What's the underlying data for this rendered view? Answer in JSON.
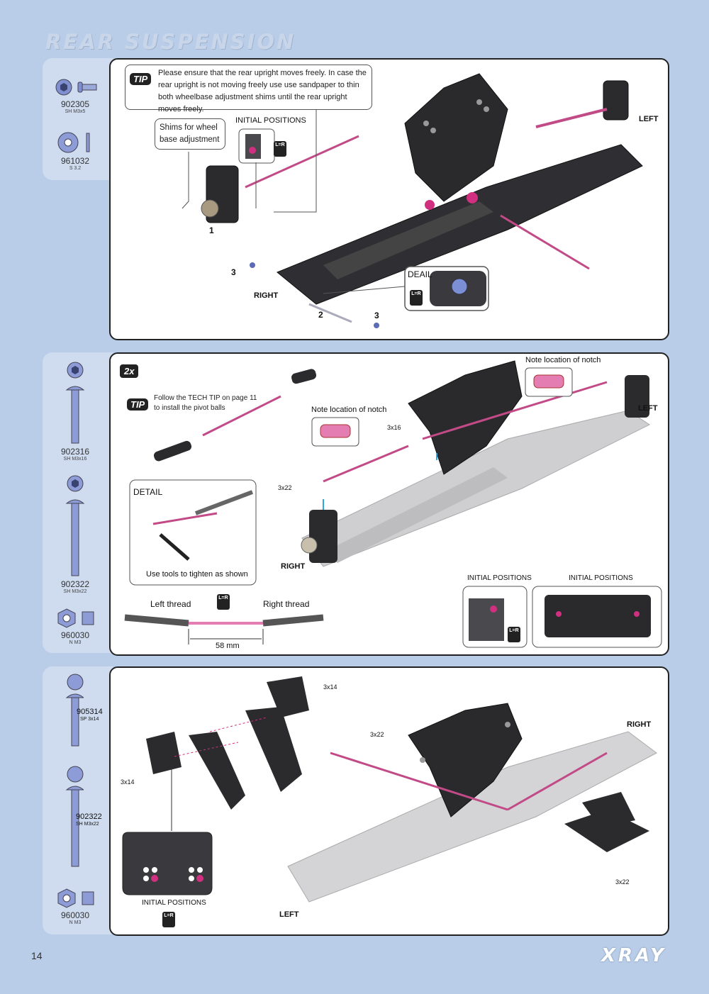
{
  "page": {
    "title": "REAR SUSPENSION",
    "page_number": "14",
    "brand": "XRAY"
  },
  "step1": {
    "parts": [
      {
        "code": "902305",
        "desc": "SH M3x5"
      },
      {
        "code": "961032",
        "desc": "S 3.2"
      }
    ],
    "tip_badge": "TIP",
    "tip_text": "Please ensure that the rear upright moves freely. In case the rear upright is not moving freely use use sandpaper to thin both wheelbase adjustment shims until the rear upright moves freely.",
    "shims_label": "Shims for wheel base adjustment",
    "initial_positions": "INITIAL POSITIONS",
    "lr": "L=R",
    "left": "LEFT",
    "right": "RIGHT",
    "deail": "DEAIL",
    "num1": "1",
    "num2": "2",
    "num3a": "3",
    "num3b": "3"
  },
  "step2": {
    "parts": [
      {
        "code": "902316",
        "desc": "SH M3x16"
      },
      {
        "code": "902322",
        "desc": "SH M3x22"
      },
      {
        "code": "960030",
        "desc": "N M3"
      }
    ],
    "badge": "2x",
    "tip_badge": "TIP",
    "tip_text": "Follow the TECH TIP on page 11 to install the pivot balls",
    "notch1": "Note location of notch",
    "notch2": "Note location of notch",
    "detail": "DETAIL",
    "tools": "Use tools to tighten as shown",
    "left_thread": "Left  thread",
    "right_thread": "Right  thread",
    "length": "58 mm",
    "lr": "L=R",
    "initial_positions_a": "INITIAL POSITIONS",
    "initial_positions_b": "INITIAL POSITIONS",
    "left": "LEFT",
    "right": "RIGHT",
    "screw_3x16": "3x16",
    "screw_3x22": "3x22"
  },
  "step3": {
    "parts": [
      {
        "code": "905314",
        "desc": "SP 3x14"
      },
      {
        "code": "902322",
        "desc": "SH M3x22"
      },
      {
        "code": "960030",
        "desc": "N M3"
      }
    ],
    "screw_3x14_a": "3x14",
    "screw_3x14_b": "3x14",
    "screw_3x22_a": "3x22",
    "screw_3x22_b": "3x22",
    "initial_positions": "INITIAL POSITIONS",
    "lr": "L=R",
    "right": "RIGHT",
    "left": "LEFT"
  },
  "colors": {
    "background": "#b9cde8",
    "accent_pink": "#d0307f",
    "part_dark": "#2b2b2e",
    "part_blue": "#6f7fbf"
  }
}
